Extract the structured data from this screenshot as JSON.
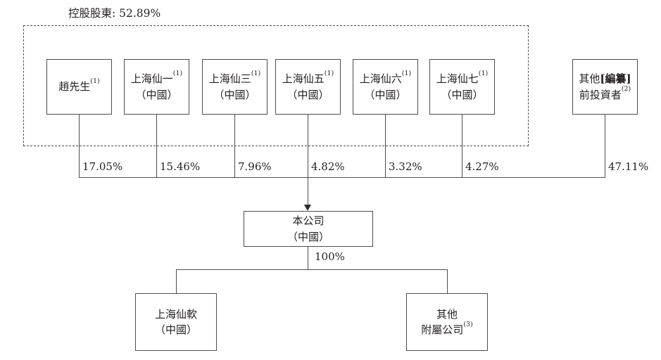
{
  "diagram": {
    "title": "控股股東: 52.89%",
    "shareholders": [
      {
        "name": "趙先生",
        "sup": "(1)",
        "country": "",
        "pct": "17.05%"
      },
      {
        "name": "上海仙一",
        "sup": "(1)",
        "country": "（中國）",
        "pct": "15.46%"
      },
      {
        "name": "上海仙三",
        "sup": "(1)",
        "country": "（中國）",
        "pct": "7.96%"
      },
      {
        "name": "上海仙五",
        "sup": "(1)",
        "country": "（中國）",
        "pct": "4.82%"
      },
      {
        "name": "上海仙六",
        "sup": "(1)",
        "country": "（中國）",
        "pct": "3.32%"
      },
      {
        "name": "上海仙七",
        "sup": "(1)",
        "country": "（中國）",
        "pct": "4.27%"
      }
    ],
    "other_investor": {
      "name": "其他",
      "redacted": "[編纂]",
      "name2": "前投資者",
      "sup": "(2)",
      "pct": "47.11%"
    },
    "company": {
      "name": "本公司",
      "country": "（中國）"
    },
    "ownership_label": "100%",
    "subsidiaries": [
      {
        "name": "上海仙軟",
        "line2": "（中國）",
        "sup": ""
      },
      {
        "name": "其他",
        "line2": "附屬公司",
        "sup": "(3)"
      }
    ]
  },
  "colors": {
    "line": "#4d4d4d",
    "text": "#231f20",
    "background": "#ffffff"
  }
}
